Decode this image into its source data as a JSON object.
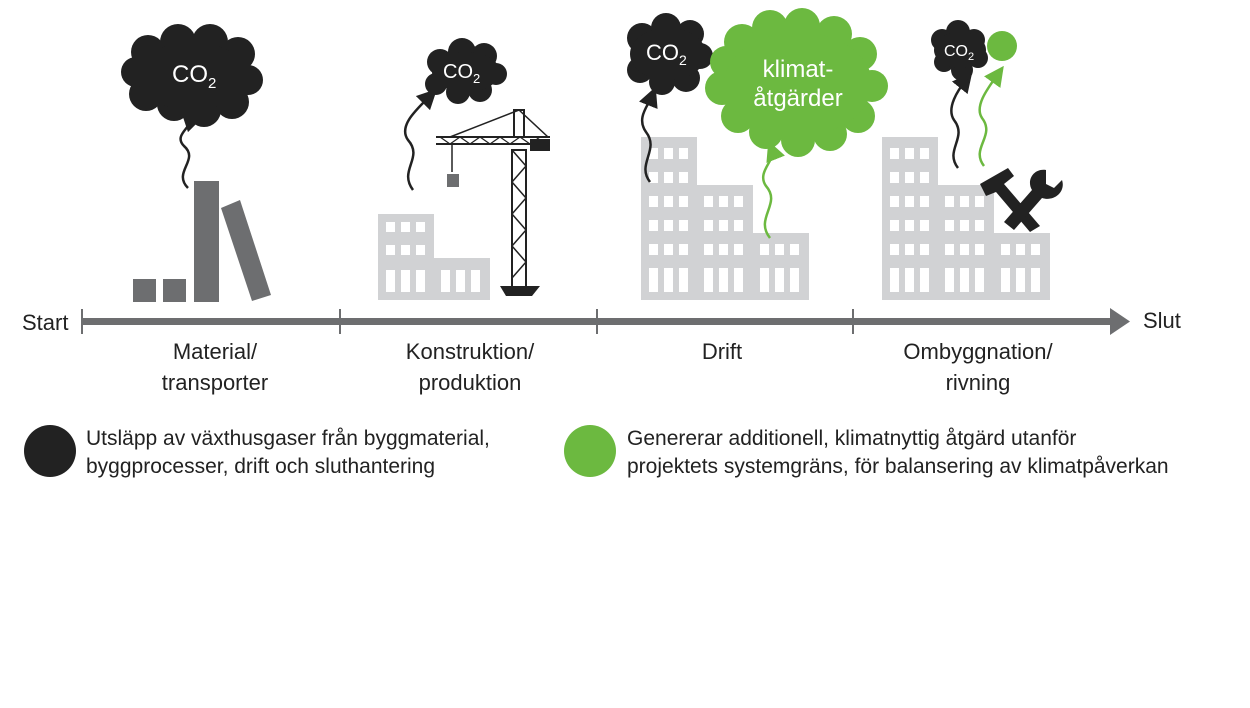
{
  "timeline": {
    "start_label": "Start",
    "end_label": "Slut",
    "phases": [
      {
        "line1": "Material/",
        "line2": "transporter"
      },
      {
        "line1": "Konstruktion/",
        "line2": "produktion"
      },
      {
        "line1": "Drift",
        "line2": ""
      },
      {
        "line1": "Ombyggnation/",
        "line2": "rivning"
      }
    ]
  },
  "clouds": {
    "co2_text": "CO",
    "co2_sub": "2",
    "klimat_line1": "klimat-",
    "klimat_line2": "åtgärder"
  },
  "legend": [
    {
      "color": "#222222",
      "line1": "Utsläpp av växthusgaser från byggmaterial,",
      "line2": "byggprocesser, drift och sluthantering"
    },
    {
      "color": "#6cb940",
      "line1": "Genererar additionell, klimatnyttig åtgärd utanför",
      "line2": "projektets systemgräns, för balansering av klimatpåverkan"
    }
  ],
  "colors": {
    "emission": "#222222",
    "climate_action": "#6cb940",
    "building": "#d1d2d4",
    "material": "#6d6e70",
    "timeline": "#6d6e70"
  }
}
